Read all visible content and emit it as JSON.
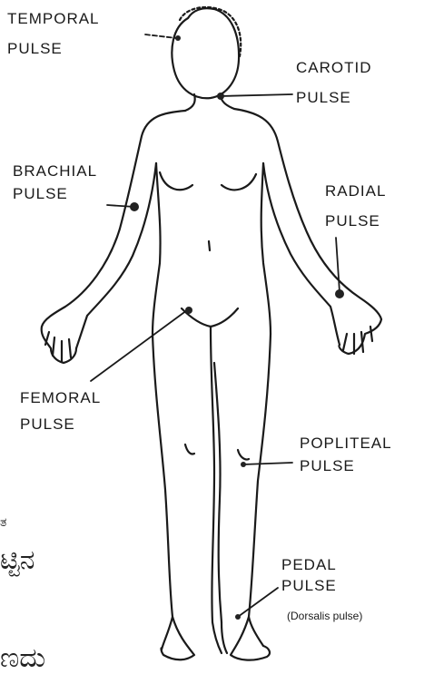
{
  "labels": {
    "temporal": {
      "line1": "TEMPORAL",
      "line2": "PULSE"
    },
    "carotid": {
      "line1": "CAROTID",
      "line2": "PULSE"
    },
    "brachial": {
      "line1": "BRACHIAL",
      "line2": "PULSE"
    },
    "radial": {
      "line1": "RADIAL",
      "line2": "PULSE"
    },
    "femoral": {
      "line1": "FEMORAL",
      "line2": "PULSE"
    },
    "popliteal": {
      "line1": "POPLITEAL",
      "line2": "PULSE"
    },
    "pedal": {
      "line1": "PEDAL",
      "line2": "PULSE",
      "note": "(Dorsalis pulse)"
    }
  },
  "fragments": {
    "left1": "ತ",
    "left2": "ಟ್ಟಿನ",
    "left3": "ಣದು"
  },
  "colors": {
    "ink": "#1a1a1a",
    "marker": "#222222",
    "background": "#ffffff"
  }
}
